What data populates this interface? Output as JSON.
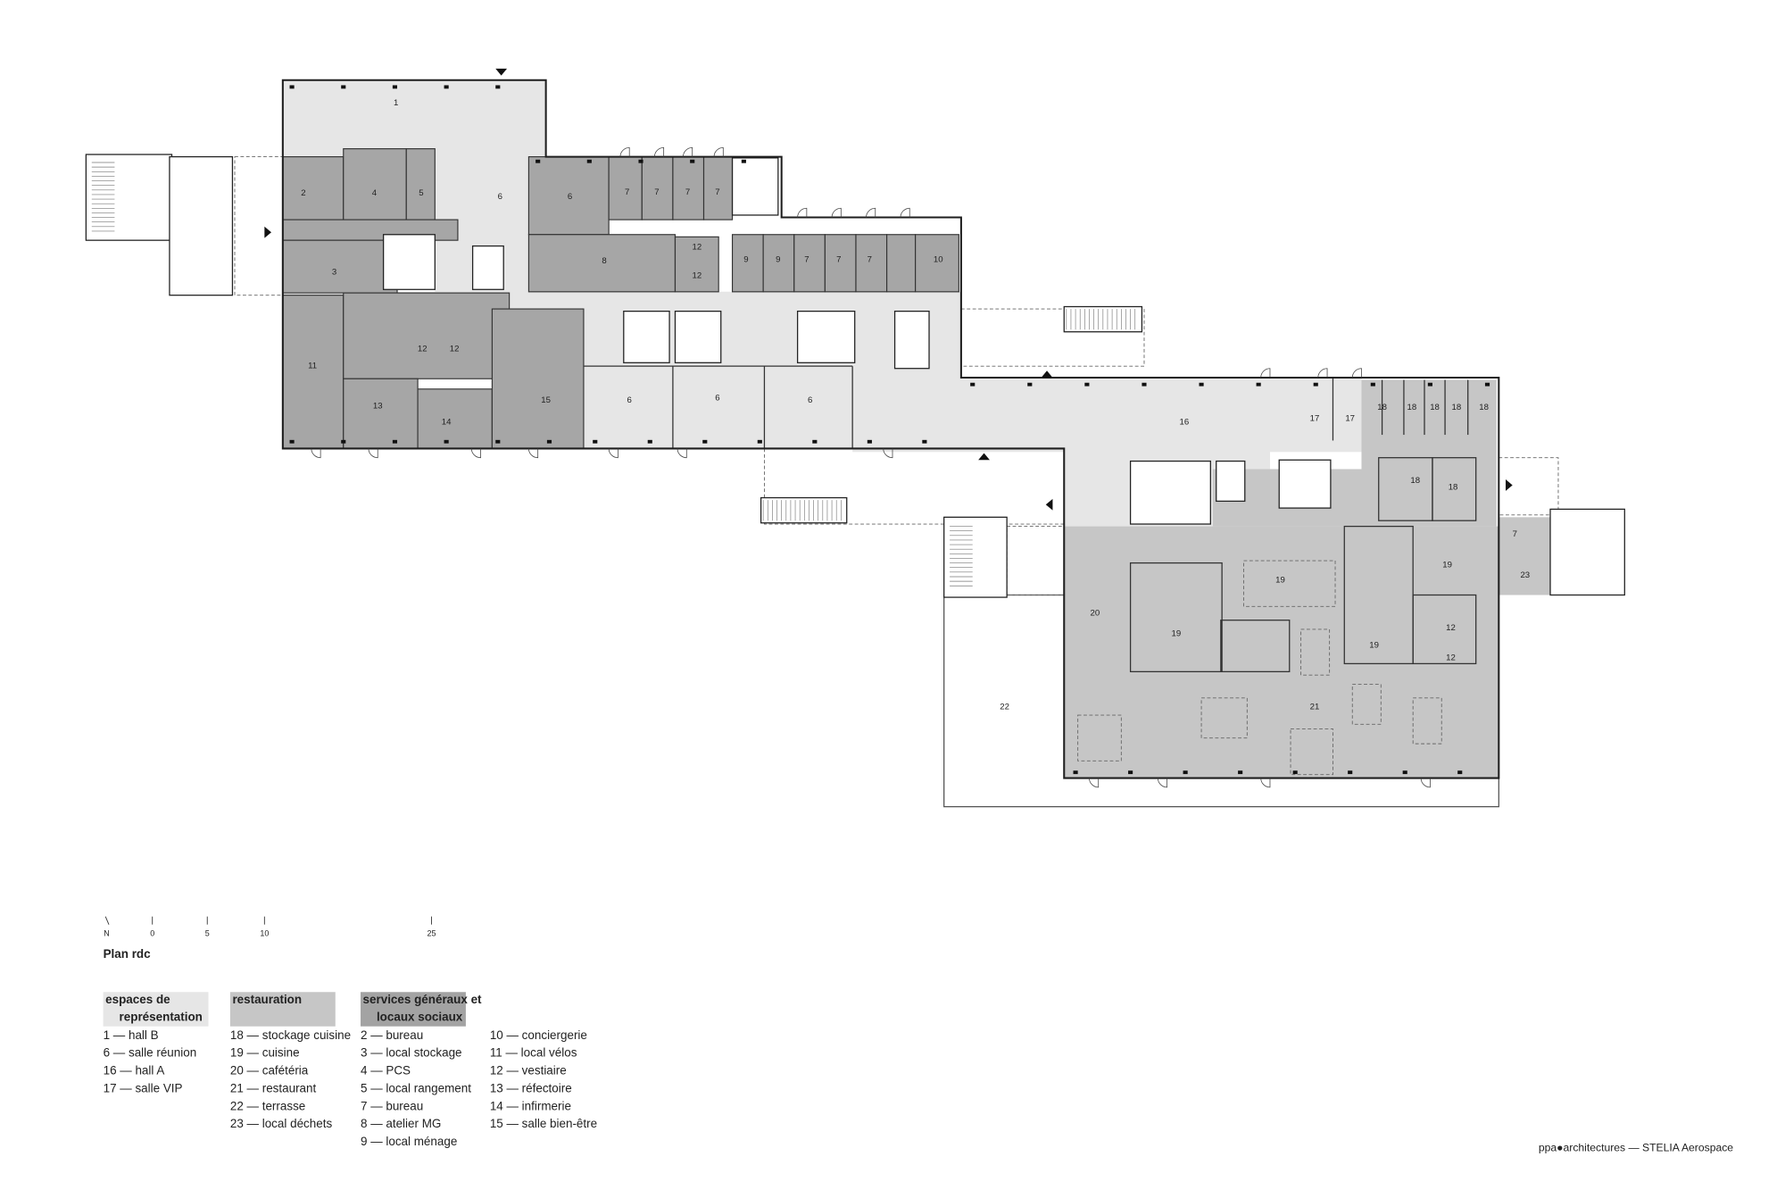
{
  "plan": {
    "title": "Plan rdc",
    "north_label": "N",
    "scale_labels": [
      "0",
      "5",
      "10",
      "25"
    ],
    "room_labels": [
      "1",
      "2",
      "4",
      "5",
      "6",
      "6",
      "7",
      "7",
      "7",
      "7",
      "3",
      "8",
      "12",
      "12",
      "9",
      "9",
      "7",
      "7",
      "7",
      "10",
      "11",
      "12",
      "12",
      "13",
      "14",
      "15",
      "6",
      "6",
      "6",
      "16",
      "17",
      "17",
      "18",
      "18",
      "18",
      "18",
      "18",
      "18",
      "18",
      "19",
      "20",
      "19",
      "19",
      "19",
      "7",
      "23",
      "12",
      "12",
      "21",
      "22"
    ]
  },
  "legend": {
    "groups": [
      {
        "heading_line1": "espaces de",
        "heading_line2": "représentation",
        "color": "#e6e6e6",
        "items": [
          "1 — hall B",
          "6 — salle réunion",
          "16 — hall A",
          "17 — salle VIP"
        ]
      },
      {
        "heading_line1": "restauration",
        "heading_line2": "",
        "color": "#c6c6c6",
        "items": [
          "18 — stockage cuisine",
          "19 — cuisine",
          "20 — cafétéria",
          "21 — restaurant",
          "22 — terrasse",
          "23 — local déchets"
        ]
      },
      {
        "heading_line1": "services généraux et",
        "heading_line2": "locaux sociaux",
        "color": "#a3a3a3",
        "items": [
          "2 — bureau",
          "3 — local stockage",
          "4 — PCS",
          "5 — local rangement",
          "7 — bureau",
          "8 — atelier MG",
          "9 — local ménage"
        ]
      },
      {
        "heading_line1": "",
        "heading_line2": "",
        "color": "",
        "items": [
          "10 — conciergerie",
          "11 — local vélos",
          "12 — vestiaire",
          "13 — réfectoire",
          "14 — infirmerie",
          "15 — salle bien-être"
        ]
      }
    ]
  },
  "credit": "ppa●architectures — STELIA Aerospace",
  "colors": {
    "representation": "#e6e6e6",
    "restauration": "#c6c6c6",
    "services": "#a3a3a3",
    "walls": "#1e1e1e"
  }
}
